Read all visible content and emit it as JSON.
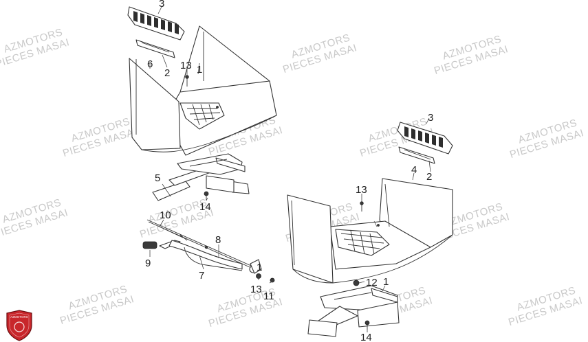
{
  "watermark": {
    "line1": "AZMOTORS",
    "line2": "PIECES MASAI"
  },
  "logo": {
    "text": "AZMOTORS",
    "colors": {
      "shield": "#c8262b",
      "shield_edge": "#6b0d10",
      "text": "#ffffff"
    }
  },
  "parts": {
    "p1a": "1",
    "p1b": "1",
    "p1c": "1",
    "p2a": "2",
    "p2b": "2",
    "p3a": "3",
    "p3b": "3",
    "p4": "4",
    "p5": "5",
    "p6": "6",
    "p7": "7",
    "p8": "8",
    "p9": "9",
    "p10": "10",
    "p11": "11",
    "p12": "12",
    "p13a": "13",
    "p13b": "13",
    "p13c": "13",
    "p14a": "14",
    "p14b": "14"
  }
}
